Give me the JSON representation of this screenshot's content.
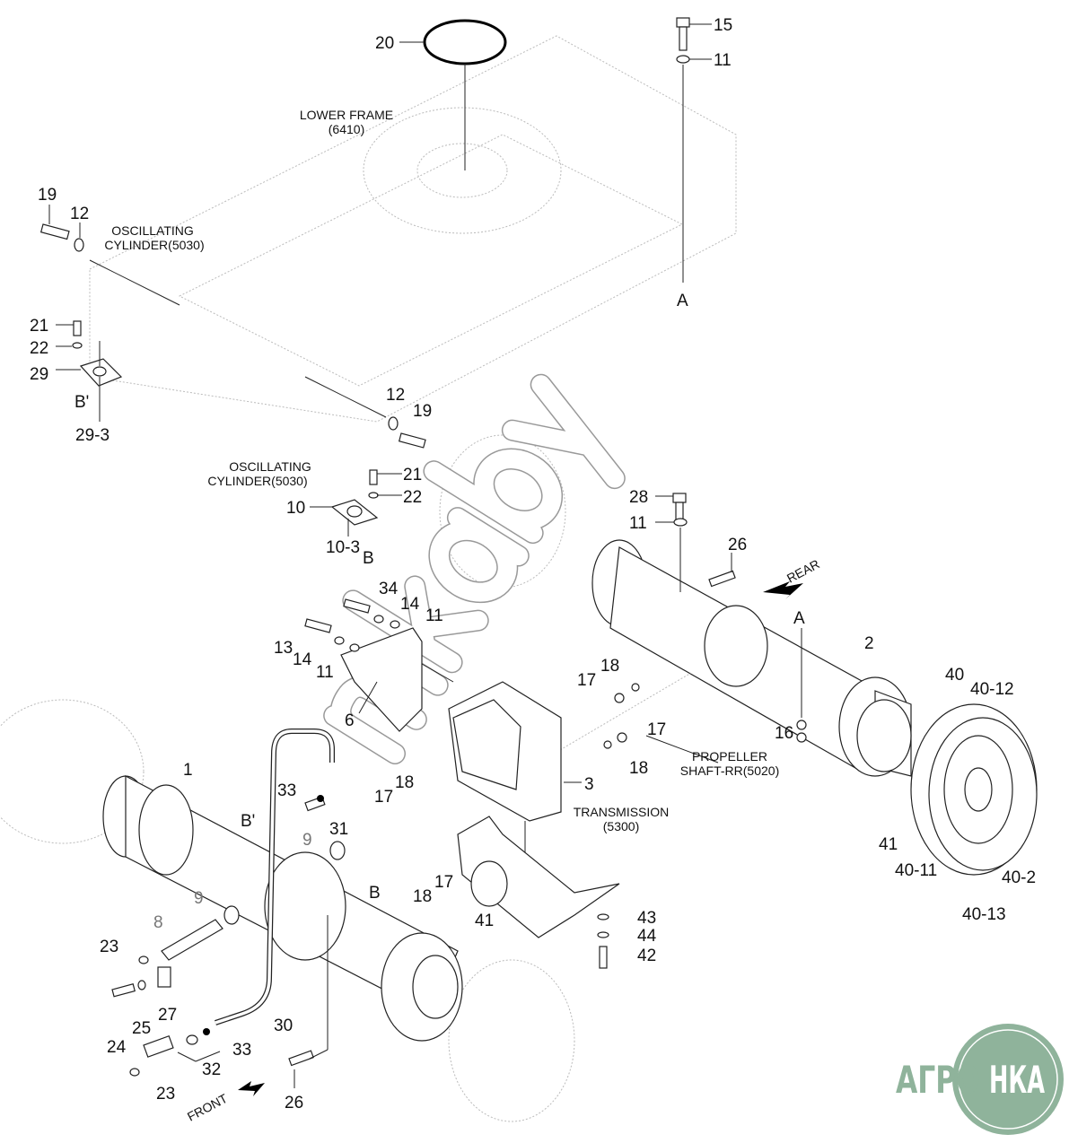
{
  "labels": {
    "l20": "20",
    "l15": "15",
    "l11a": "11",
    "l19a": "19",
    "l12a": "12",
    "lA1": "A",
    "l21a": "21",
    "l22a": "22",
    "l29": "29",
    "lBp1": "B'",
    "l29_3": "29-3",
    "l12b": "12",
    "l19b": "19",
    "l21b": "21",
    "l22b": "22",
    "l28": "28",
    "l11b": "11",
    "l10": "10",
    "l10_3": "10-3",
    "lB1": "B",
    "l26a": "26",
    "l34": "34",
    "l14a": "14",
    "l11c": "11",
    "l13": "13",
    "l14b": "14",
    "l11d": "11",
    "lA2": "A",
    "l2": "2",
    "l40": "40",
    "l40_12": "40-12",
    "l18a": "18",
    "l17a": "17",
    "l6": "6",
    "l17b": "17",
    "l16": "16",
    "l18b": "18",
    "l1": "1",
    "l3": "3",
    "l18c": "18",
    "l33a": "33",
    "l17c": "17",
    "l31": "31",
    "lBp2": "B'",
    "l41a": "41",
    "l9a": "9",
    "l40_11": "40-11",
    "l40_2": "40-2",
    "l17d": "17",
    "l18d": "18",
    "l9b": "9",
    "lB2": "B",
    "l40_13": "40-13",
    "l8": "8",
    "l41b": "41",
    "l43": "43",
    "l44": "44",
    "l23a": "23",
    "l42": "42",
    "l27": "27",
    "l30": "30",
    "l24": "24",
    "l25": "25",
    "l33b": "33",
    "l32": "32",
    "l23b": "23",
    "l26b": "26"
  },
  "captions": {
    "lower_frame": "LOWER FRAME",
    "lower_frame_code": "(6410)",
    "osc_cyl_1a": "OSCILLATING",
    "osc_cyl_1b": "CYLINDER(5030)",
    "osc_cyl_2a": "OSCILLATING",
    "osc_cyl_2b": "CYLINDER(5030)",
    "propeller_a": "PROPELLER",
    "propeller_b": "SHAFT-RR(5020)",
    "transmission_a": "TRANSMISSION",
    "transmission_b": "(5300)",
    "rear": "REAR",
    "front": "FRONT"
  },
  "watermark": "mkaby",
  "logo": {
    "text": "АГРОНКА",
    "color": "#8fb39b"
  },
  "colors": {
    "callout_gray": "#777777",
    "ghost_outline": "#bbbbbb"
  }
}
